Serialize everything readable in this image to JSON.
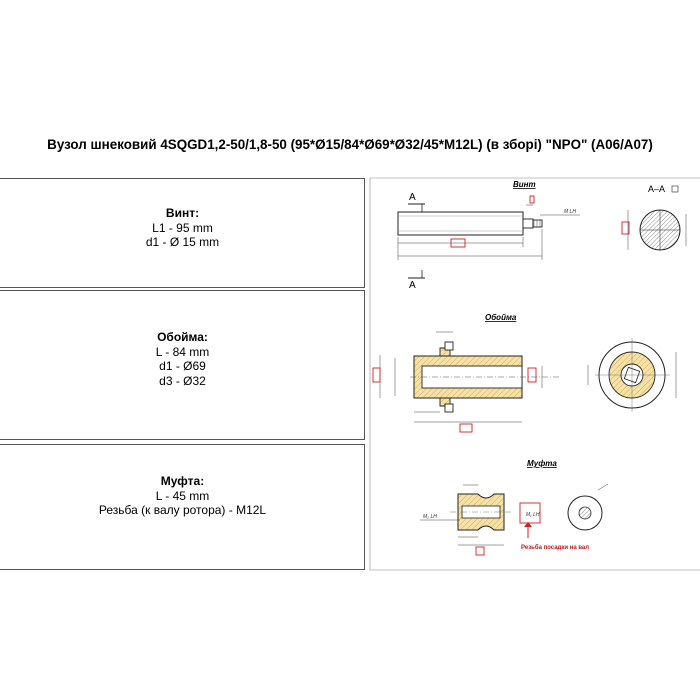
{
  "title": "Вузол шнековий 4SQGD1,2-50/1,8-50 (95*Ø15/84*Ø69*Ø32/45*M12L) (в зборі) \"NPO\" (A06/A07)",
  "screw": {
    "heading": "Винт:",
    "line1": "L1 -  95 mm",
    "line2": "d1 - Ø 15 mm",
    "drawing_label": "Винт",
    "section_label": "A–A",
    "section_letter": "A"
  },
  "sleeve": {
    "heading": "Обойма:",
    "line1": "L - 84 mm",
    "line2": "d1 - Ø69",
    "line3": "d3 - Ø32",
    "drawing_label": "Обойма"
  },
  "coupling": {
    "heading": "Муфта:",
    "line1": "L - 45 mm",
    "line2": "Резьба (к валу ротора) - M12L",
    "drawing_label": "Муфта",
    "thread_note": "Резьба посадки на вал"
  },
  "colors": {
    "red_marker": "#d02020",
    "rubber_hatch": "#e8c060",
    "line": "#222222"
  }
}
